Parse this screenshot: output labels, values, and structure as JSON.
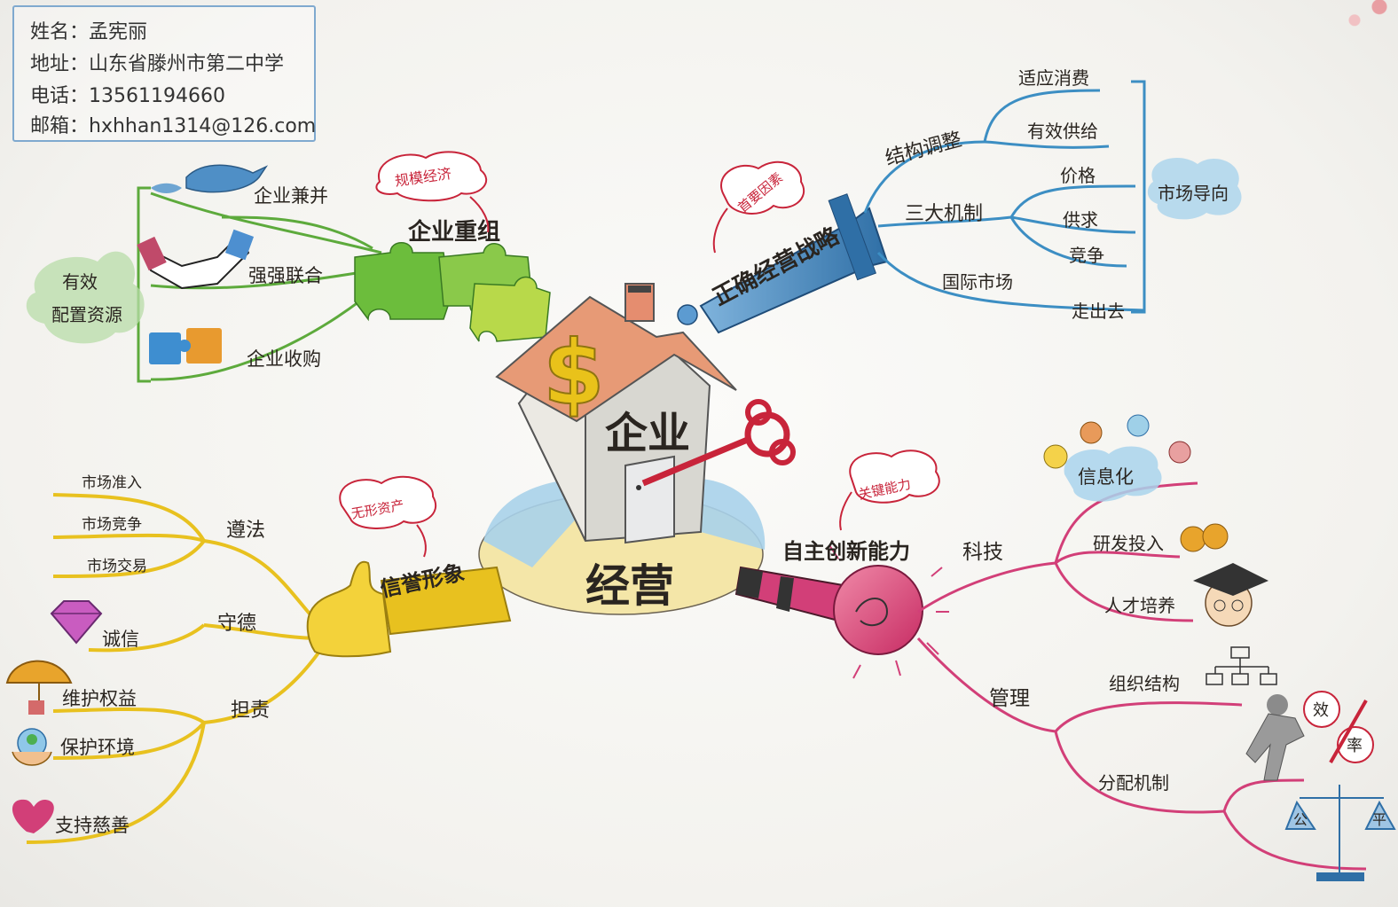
{
  "header": {
    "name": "姓名：孟宪丽",
    "address": "地址：山东省滕州市第二中学",
    "phone": "电话：13561194660",
    "email": "邮箱：hxhhan1314@126.com"
  },
  "center": {
    "house_label": "企业",
    "base_label": "经营"
  },
  "branches": {
    "reorg": {
      "title": "企业重组",
      "cloud": "规模经济",
      "group": "有效\n配置资源",
      "items": [
        "企业兼并",
        "强强联合",
        "企业收购"
      ]
    },
    "strategy": {
      "title": "正确经营战略",
      "cloud": "首要因素",
      "sub1": "结构调整",
      "sub1_items": [
        "适应消费",
        "有效供给"
      ],
      "sub2": "三大机制",
      "sub2_items": [
        "价格",
        "供求",
        "竞争"
      ],
      "market_orient": "市场导向",
      "sub3": "国际市场",
      "sub3_items": [
        "走出去"
      ]
    },
    "credit": {
      "title": "信誉形象",
      "cloud": "无形资产",
      "law": "遵法",
      "law_items": [
        "市场准入",
        "市场竞争",
        "市场交易"
      ],
      "ethic": "守德",
      "ethic_items": [
        "诚信"
      ],
      "duty": "担责",
      "duty_items": [
        "维护权益",
        "保护环境",
        "支持慈善"
      ]
    },
    "innovate": {
      "title": "自主创新能力",
      "cloud": "关键能力",
      "tech": "科技",
      "info": "信息化",
      "tech_items": [
        "研发投入",
        "人才培养"
      ],
      "manage": "管理",
      "manage_items": [
        "组织结构",
        "分配机制"
      ],
      "eff_chars": [
        "效",
        "率"
      ],
      "fair_chars": [
        "公",
        "平"
      ]
    }
  },
  "colors": {
    "green": "#5daa3c",
    "blue": "#3c8ec3",
    "yellow": "#e8c11f",
    "pink": "#d23f78",
    "red": "#c8243a",
    "gold": "#e9c21a"
  },
  "icons": [
    "shark-icon",
    "handshake-icon",
    "puzzle-icon",
    "chess-piece-icon",
    "house-icon",
    "key-icon",
    "thumbs-up-icon",
    "bulb-icon",
    "diamond-icon",
    "umbrella-icon",
    "hands-tree-icon",
    "heart-icon",
    "money-bag-icon",
    "graduate-icon",
    "org-chart-icon",
    "person-push-icon",
    "scale-icon",
    "cloud-icon"
  ]
}
